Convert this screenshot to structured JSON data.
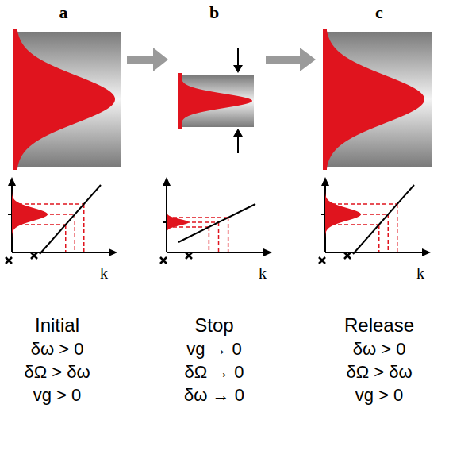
{
  "diagram": {
    "labels": [
      "a",
      "b",
      "c",
      "k",
      "k",
      "k",
      "Initial",
      "δω > 0",
      "δΩ > δω",
      "vg > 0",
      "Stop",
      "vg → 0",
      "δΩ → 0",
      "δω → 0",
      "Release",
      "δω > 0",
      "δΩ > δω",
      "vg > 0"
    ]
  }
}
